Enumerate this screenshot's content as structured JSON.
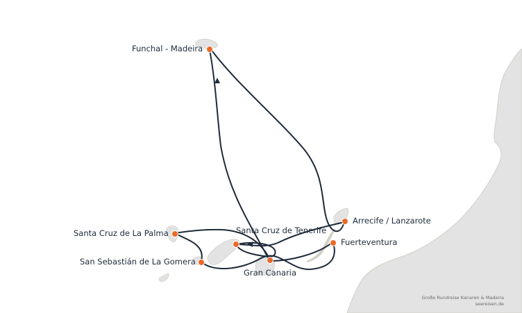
{
  "map": {
    "colors": {
      "land": "#e3e3e3",
      "coast": "#d2cfc4",
      "route": "#1e2a3a",
      "port": "#ea6a2a"
    },
    "ports": {
      "funchal": "Funchal - Madeira",
      "lanzarote": "Arrecife / Lanzarote",
      "fuerteventura": "Fuerteventura",
      "la_palma": "Santa Cruz de La Palma",
      "tenerife": "Santa Cruz de Tenerife",
      "la_gomera": "San Sebastián de La Gomera",
      "gran_canaria": "Gran Canaria"
    },
    "credit": {
      "line1": "Große Rundreise Kanaren & Madeira",
      "line2": "seereisen.de"
    }
  }
}
